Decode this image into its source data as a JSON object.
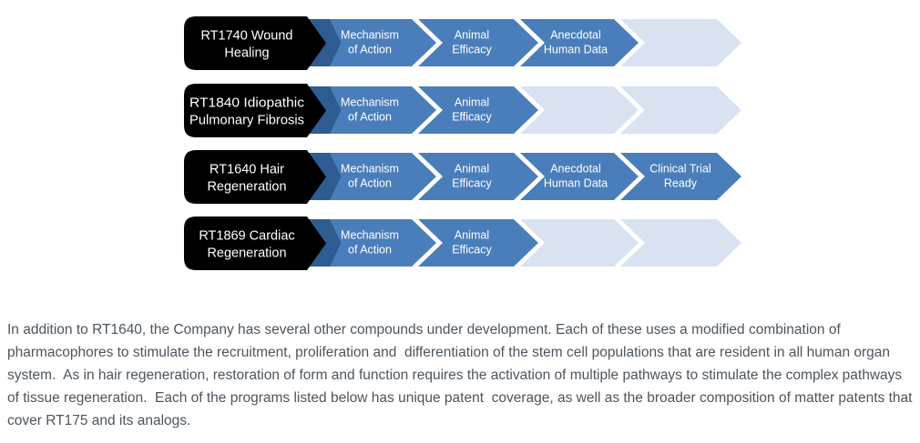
{
  "colors": {
    "stage_blue": "#4a7ebb",
    "stage_dark": "#2e5c90",
    "stage_pending": "#d9e2f1",
    "stage_text": "#ffffff",
    "label_bg": "#000000",
    "label_text": "#ffffff",
    "body_text": "#4b555e"
  },
  "diagram": {
    "rows": [
      {
        "label": "RT1740 Wound Healing",
        "label_lines": [
          "RT1740 Wound",
          "Healing"
        ],
        "stages": [
          {
            "text": "Mechanism of Action",
            "lines": [
              "Mechanism",
              "of Action"
            ],
            "state": "complete"
          },
          {
            "text": "Animal Efficacy",
            "lines": [
              "Animal",
              "Efficacy"
            ],
            "state": "complete"
          },
          {
            "text": "Anecdotal Human Data",
            "lines": [
              "Anecdotal",
              "Human Data"
            ],
            "state": "complete"
          },
          {
            "text": "",
            "lines": [],
            "state": "pending"
          }
        ]
      },
      {
        "label": "RT1840 Idiopathic Pulmonary Fibrosis",
        "label_lines": [
          "RT1840 Idiopathic",
          "Pulmonary Fibrosis"
        ],
        "stages": [
          {
            "text": "Mechanism of Action",
            "lines": [
              "Mechanism",
              "of Action"
            ],
            "state": "complete"
          },
          {
            "text": "Animal Efficacy",
            "lines": [
              "Animal",
              "Efficacy"
            ],
            "state": "complete"
          },
          {
            "text": "",
            "lines": [],
            "state": "pending"
          },
          {
            "text": "",
            "lines": [],
            "state": "pending"
          }
        ]
      },
      {
        "label": "RT1640 Hair Regeneration",
        "label_lines": [
          "RT1640 Hair",
          "Regeneration"
        ],
        "stages": [
          {
            "text": "Mechanism of Action",
            "lines": [
              "Mechanism",
              "of Action"
            ],
            "state": "complete"
          },
          {
            "text": "Animal Efficacy",
            "lines": [
              "Animal",
              "Efficacy"
            ],
            "state": "complete"
          },
          {
            "text": "Anecdotal Human Data",
            "lines": [
              "Anecdotal",
              "Human Data"
            ],
            "state": "complete"
          },
          {
            "text": "Clinical Trial Ready",
            "lines": [
              "Clinical Trial",
              "Ready"
            ],
            "state": "complete"
          }
        ]
      },
      {
        "label": "RT1869 Cardiac Regeneration",
        "label_lines": [
          "RT1869 Cardiac",
          "Regeneration"
        ],
        "stages": [
          {
            "text": "Mechanism of Action",
            "lines": [
              "Mechanism",
              "of Action"
            ],
            "state": "complete"
          },
          {
            "text": "Animal Efficacy",
            "lines": [
              "Animal",
              "Efficacy"
            ],
            "state": "complete"
          },
          {
            "text": "",
            "lines": [],
            "state": "pending"
          },
          {
            "text": "",
            "lines": [],
            "state": "pending"
          }
        ]
      }
    ]
  },
  "paragraph": "In addition to RT1640, the Company has several other compounds under development. Each of these uses a modified combination of pharmacophores to stimulate the recruitment, proliferation and  differentiation of the stem cell populations that are resident in all human organ system.  As in hair regeneration, restoration of form and function requires the activation of multiple pathways to stimulate the complex pathways of tissue regeneration.  Each of the programs listed below has unique patent  coverage, as well as the broader composition of matter patents that cover RT175 and its analogs."
}
